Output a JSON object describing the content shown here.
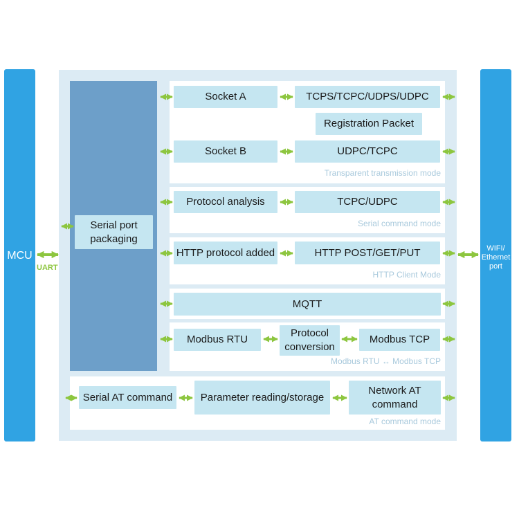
{
  "left_bar": {
    "label": "MCU",
    "link_label": "UART"
  },
  "right_bar": {
    "label_lines": [
      "WIFI/",
      "Ethernet",
      "port"
    ]
  },
  "packaging": {
    "label_lines": [
      "Serial port",
      "packaging"
    ]
  },
  "groups": {
    "transparent": {
      "socket_a": "Socket A",
      "socket_a_protocols": "TCPS/TCPC/UDPS/UDPC",
      "registration": "Registration Packet",
      "socket_b": "Socket B",
      "socket_b_protocols": "UDPC/TCPC",
      "mode": "Transparent transmission mode"
    },
    "serial_command": {
      "analysis": "Protocol analysis",
      "protocols": "TCPC/UDPC",
      "mode": "Serial command mode"
    },
    "http": {
      "added": "HTTP protocol added",
      "methods": "HTTP POST/GET/PUT",
      "mode": "HTTP Client Mode"
    },
    "mqtt": {
      "label": "MQTT"
    },
    "modbus": {
      "rtu": "Modbus RTU",
      "conversion_lines": [
        "Protocol",
        "conversion"
      ],
      "tcp": "Modbus TCP",
      "mode": "Modbus RTU ↔ Modbus TCP"
    },
    "at": {
      "serial_at": "Serial AT command",
      "param": "Parameter reading/storage",
      "network_at_lines": [
        "Network AT",
        "command"
      ],
      "mode": "AT command mode"
    }
  },
  "colors": {
    "bar_blue": "#30a3e3",
    "panel": "#dcebf4",
    "packaging": "#6d9fc9",
    "box": "#c5e6f1",
    "arrow_green": "#8dc63f",
    "mode_text": "#a8c9dc"
  }
}
